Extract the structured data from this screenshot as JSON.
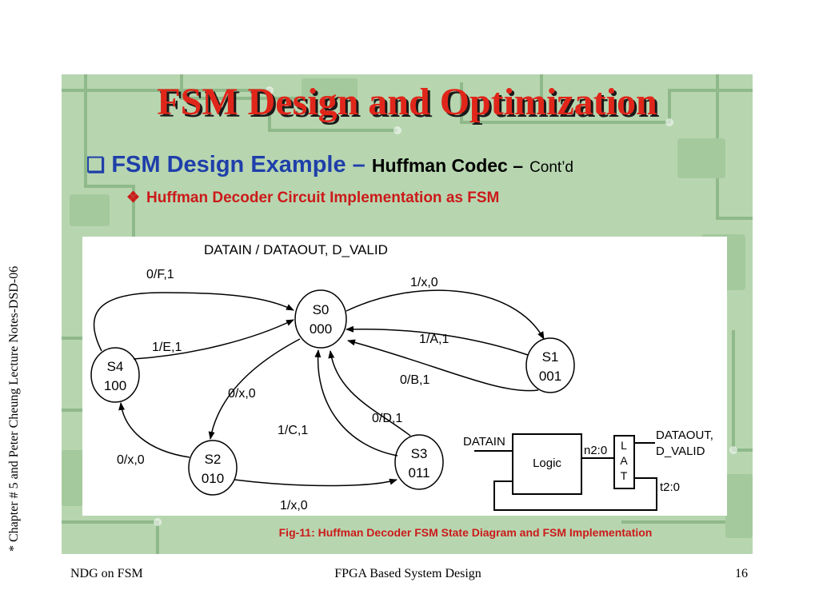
{
  "slide": {
    "title": "FSM Design and Optimization",
    "bullet1": {
      "marker_icon": "hollow-square-bullet-icon",
      "main": "FSM Design Example –",
      "sub": "Huffman Codec –",
      "tail": "Cont’d"
    },
    "bullet2": {
      "marker_icon": "diamond-bullet-icon",
      "text": "Huffman Decoder Circuit Implementation as FSM"
    },
    "colors": {
      "title": "#e0261a",
      "bullet1": "#1f3faa",
      "bullet2": "#cc1a1a",
      "caption": "#cc1a1a",
      "board_background": "#b7d6b0"
    }
  },
  "diagram": {
    "legend": "DATAIN / DATAOUT, D_VALID",
    "states": [
      {
        "name": "S0",
        "code": "000"
      },
      {
        "name": "S1",
        "code": "001"
      },
      {
        "name": "S2",
        "code": "010"
      },
      {
        "name": "S3",
        "code": "011"
      },
      {
        "name": "S4",
        "code": "100"
      }
    ],
    "transitions": [
      {
        "from": "S4",
        "to": "S0",
        "label": "0/F,1"
      },
      {
        "from": "S4",
        "to": "S0",
        "label": "1/E,1"
      },
      {
        "from": "S0",
        "to": "S1",
        "label": "1/x,0"
      },
      {
        "from": "S1",
        "to": "S0",
        "label": "1/A,1"
      },
      {
        "from": "S1",
        "to": "S0",
        "label": "0/B,1"
      },
      {
        "from": "S0",
        "to": "S2",
        "label": "0/x,0"
      },
      {
        "from": "S2",
        "to": "S4",
        "label": "0/x,0"
      },
      {
        "from": "S3",
        "to": "S0",
        "label": "1/C,1"
      },
      {
        "from": "S3",
        "to": "S0",
        "label": "0/D,1"
      },
      {
        "from": "S2",
        "to": "S3",
        "label": "1/x,0"
      }
    ],
    "block": {
      "input": "DATAIN",
      "logic": "Logic",
      "bus": "n2:0",
      "latch": [
        "L",
        "A",
        "T"
      ],
      "output_line1": "DATAOUT,",
      "output_line2": "D_VALID",
      "feedback": "t2:0"
    }
  },
  "caption": "Fig-11: Huffman Decoder FSM State Diagram and FSM Implementation",
  "side_note": "* Chapter # 5 and Peter Cheung Lecture Notes-DSD-06",
  "footer": {
    "left": "NDG on FSM",
    "center": "FPGA Based System Design",
    "page": "16"
  }
}
